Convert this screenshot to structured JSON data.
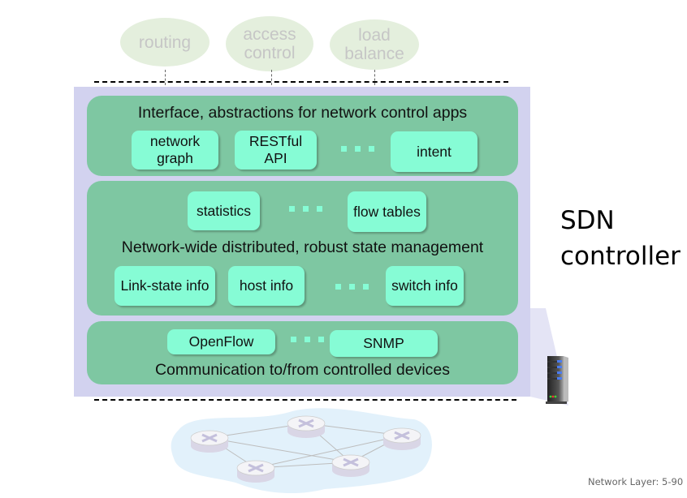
{
  "apps": [
    {
      "label": "routing"
    },
    {
      "label": "access control"
    },
    {
      "label": "load balance"
    }
  ],
  "layers": {
    "northbound": {
      "title": "Interface, abstractions for network control apps",
      "modules": [
        "network graph",
        "RESTful API",
        "intent"
      ],
      "ellipsis": "..."
    },
    "state": {
      "title": "Network-wide distributed, robust  state management",
      "modules_top": [
        "statistics",
        "flow tables"
      ],
      "modules_bottom": [
        "Link-state info",
        "host info",
        "switch info"
      ],
      "ellipsis": "..."
    },
    "southbound": {
      "title": "Communication to/from controlled devices",
      "modules": [
        "OpenFlow",
        "SNMP"
      ],
      "ellipsis": "..."
    }
  },
  "controller_label": {
    "line1": "SDN",
    "line2": "controller"
  },
  "icons": {
    "server": "server-icon",
    "network": "network-graph-icon",
    "router": "router-icon"
  },
  "colors": {
    "panel": "#d2d2ef",
    "layer": "#7ec7a2",
    "module": "#86fcd5",
    "app_oval": "#e4efdd",
    "network_cloud": "#e2f1fb"
  },
  "footer": "Network Layer: 5-90"
}
